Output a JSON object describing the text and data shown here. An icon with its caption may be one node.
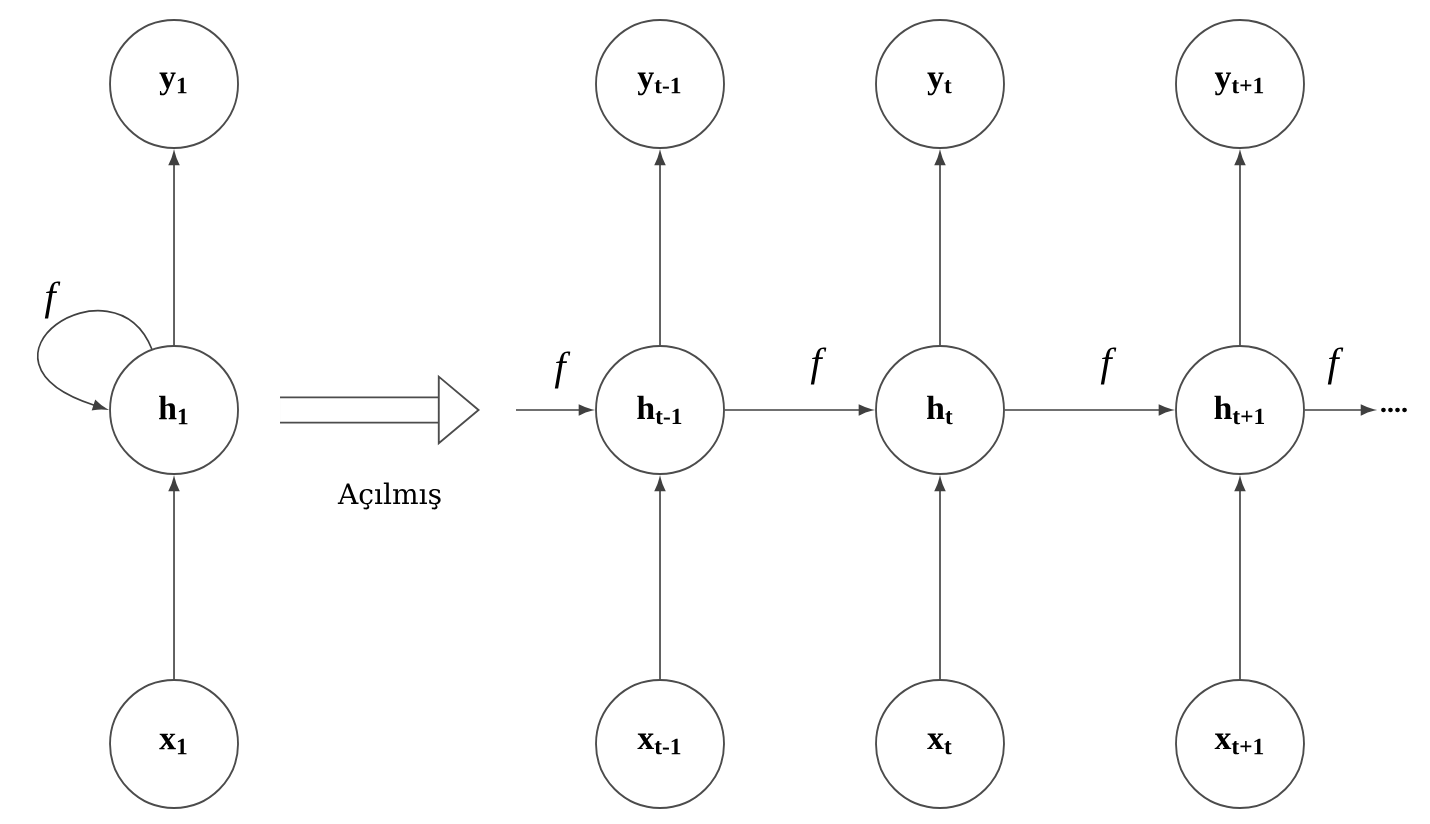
{
  "diagram": {
    "nodes": [
      {
        "text": [
          "y$_{1}$"
        ]
      },
      {
        "text": [
          "y$_{t-1}$"
        ]
      },
      {
        "text": [
          "y$_{t}$"
        ]
      },
      {
        "text": [
          "y$_{t+1}$"
        ]
      },
      {
        "text": [
          "h$_{1}$"
        ]
      },
      {
        "text": [
          "h$_{t-1}$"
        ]
      },
      {
        "text": [
          "h$_{t}$"
        ]
      },
      {
        "text": [
          "h$_{t+1}$"
        ]
      },
      {
        "text": [
          "x$_{1}$"
        ]
      },
      {
        "text": [
          "x$_{t-1}$"
        ]
      },
      {
        "text": [
          "x$_{t}$"
        ]
      },
      {
        "text": [
          "x$_{t+1}$"
        ]
      },
      {
        "text": [
          "...."
        ]
      }
    ],
    "edges": [
      {
        "from": 8,
        "to": 4,
        "arrow": "to"
      },
      {
        "from": 4,
        "to": 0,
        "arrow": "to"
      },
      {
        "from": 4,
        "to": 4,
        "arrow": "to",
        "label": "f"
      },
      {
        "from": null,
        "to": 5,
        "arrow": "to",
        "label": "f"
      },
      {
        "from": 9,
        "to": 5,
        "arrow": "to"
      },
      {
        "from": 5,
        "to": 1,
        "arrow": "to"
      },
      {
        "from": 5,
        "to": 6,
        "arrow": "to",
        "label": "f"
      },
      {
        "from": 10,
        "to": 6,
        "arrow": "to"
      },
      {
        "from": 6,
        "to": 2,
        "arrow": "to"
      },
      {
        "from": 6,
        "to": 7,
        "arrow": "to",
        "label": "f"
      },
      {
        "from": 11,
        "to": 7,
        "arrow": "to"
      },
      {
        "from": 7,
        "to": 3,
        "arrow": "to"
      },
      {
        "from": 7,
        "to": 12,
        "arrow": "to",
        "label": "f"
      }
    ],
    "labels": [
      "Açılmış"
    ]
  }
}
